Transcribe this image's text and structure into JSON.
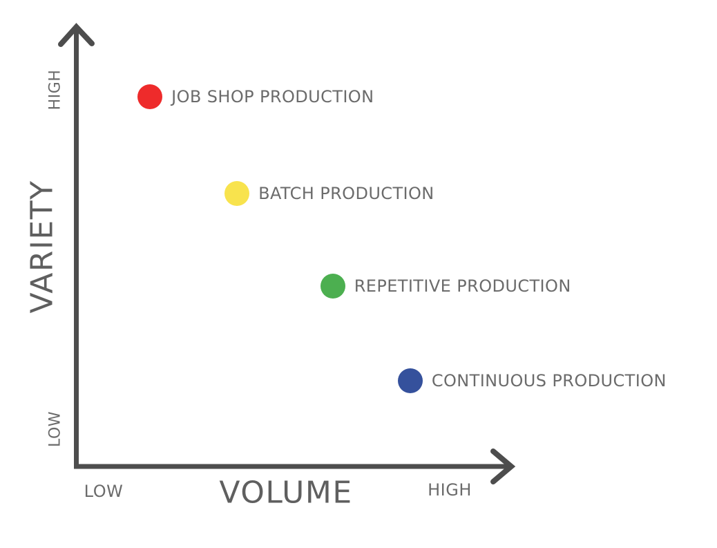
{
  "chart_data": {
    "type": "scatter",
    "xlabel": "VOLUME",
    "ylabel": "VARIETY",
    "x_axis": {
      "title": "VOLUME",
      "low_label": "LOW",
      "high_label": "HIGH"
    },
    "y_axis": {
      "title": "VARIETY",
      "low_label": "LOW",
      "high_label": "HIGH"
    },
    "axis_color": "#4d4d4d",
    "label_color": "#6b6b6b",
    "xlim": [
      "LOW",
      "HIGH"
    ],
    "ylim": [
      "LOW",
      "HIGH"
    ],
    "grid": false,
    "legend_position": "none",
    "points": [
      {
        "slug": "job-shop-production",
        "label": "JOB SHOP PRODUCTION",
        "color": "#ee2b2b",
        "x": 0.17,
        "y": 0.84,
        "volume": "low",
        "variety": "high"
      },
      {
        "slug": "batch-production",
        "label": "BATCH PRODUCTION",
        "color": "#f8e34d",
        "x": 0.37,
        "y": 0.62,
        "volume": "medium-low",
        "variety": "medium-high"
      },
      {
        "slug": "repetitive-production",
        "label": "REPETITIVE PRODUCTION",
        "color": "#4caf50",
        "x": 0.59,
        "y": 0.41,
        "volume": "medium-high",
        "variety": "medium-low"
      },
      {
        "slug": "continuous-production",
        "label": "CONTINUOUS PRODUCTION",
        "color": "#35519c",
        "x": 0.768,
        "y": 0.195,
        "volume": "high",
        "variety": "low"
      }
    ]
  }
}
